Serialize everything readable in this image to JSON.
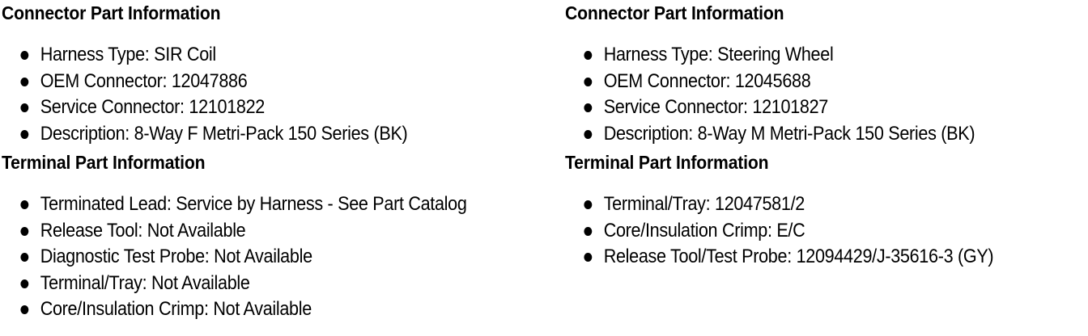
{
  "document": {
    "background_color": "#ffffff",
    "text_color": "#000000",
    "columns": [
      {
        "id": "left",
        "sections": [
          {
            "heading": "Connector Part Information",
            "items": [
              "Harness Type: SIR Coil",
              "OEM Connector: 12047886",
              "Service Connector: 12101822",
              "Description: 8-Way F Metri-Pack 150 Series (BK)"
            ]
          },
          {
            "heading": "Terminal Part Information",
            "items": [
              "Terminated Lead: Service by Harness - See Part Catalog",
              "Release Tool: Not Available",
              "Diagnostic Test Probe: Not Available",
              "Terminal/Tray: Not Available",
              "Core/Insulation Crimp: Not Available"
            ]
          }
        ]
      },
      {
        "id": "right",
        "sections": [
          {
            "heading": "Connector Part Information",
            "items": [
              "Harness Type: Steering Wheel",
              "OEM Connector: 12045688",
              "Service Connector: 12101827",
              "Description: 8-Way M Metri-Pack 150 Series (BK)"
            ]
          },
          {
            "heading": "Terminal Part Information",
            "items": [
              "Terminal/Tray: 12047581/2",
              "Core/Insulation Crimp: E/C",
              "Release Tool/Test Probe: 12094429/J-35616-3 (GY)"
            ]
          }
        ]
      }
    ]
  }
}
